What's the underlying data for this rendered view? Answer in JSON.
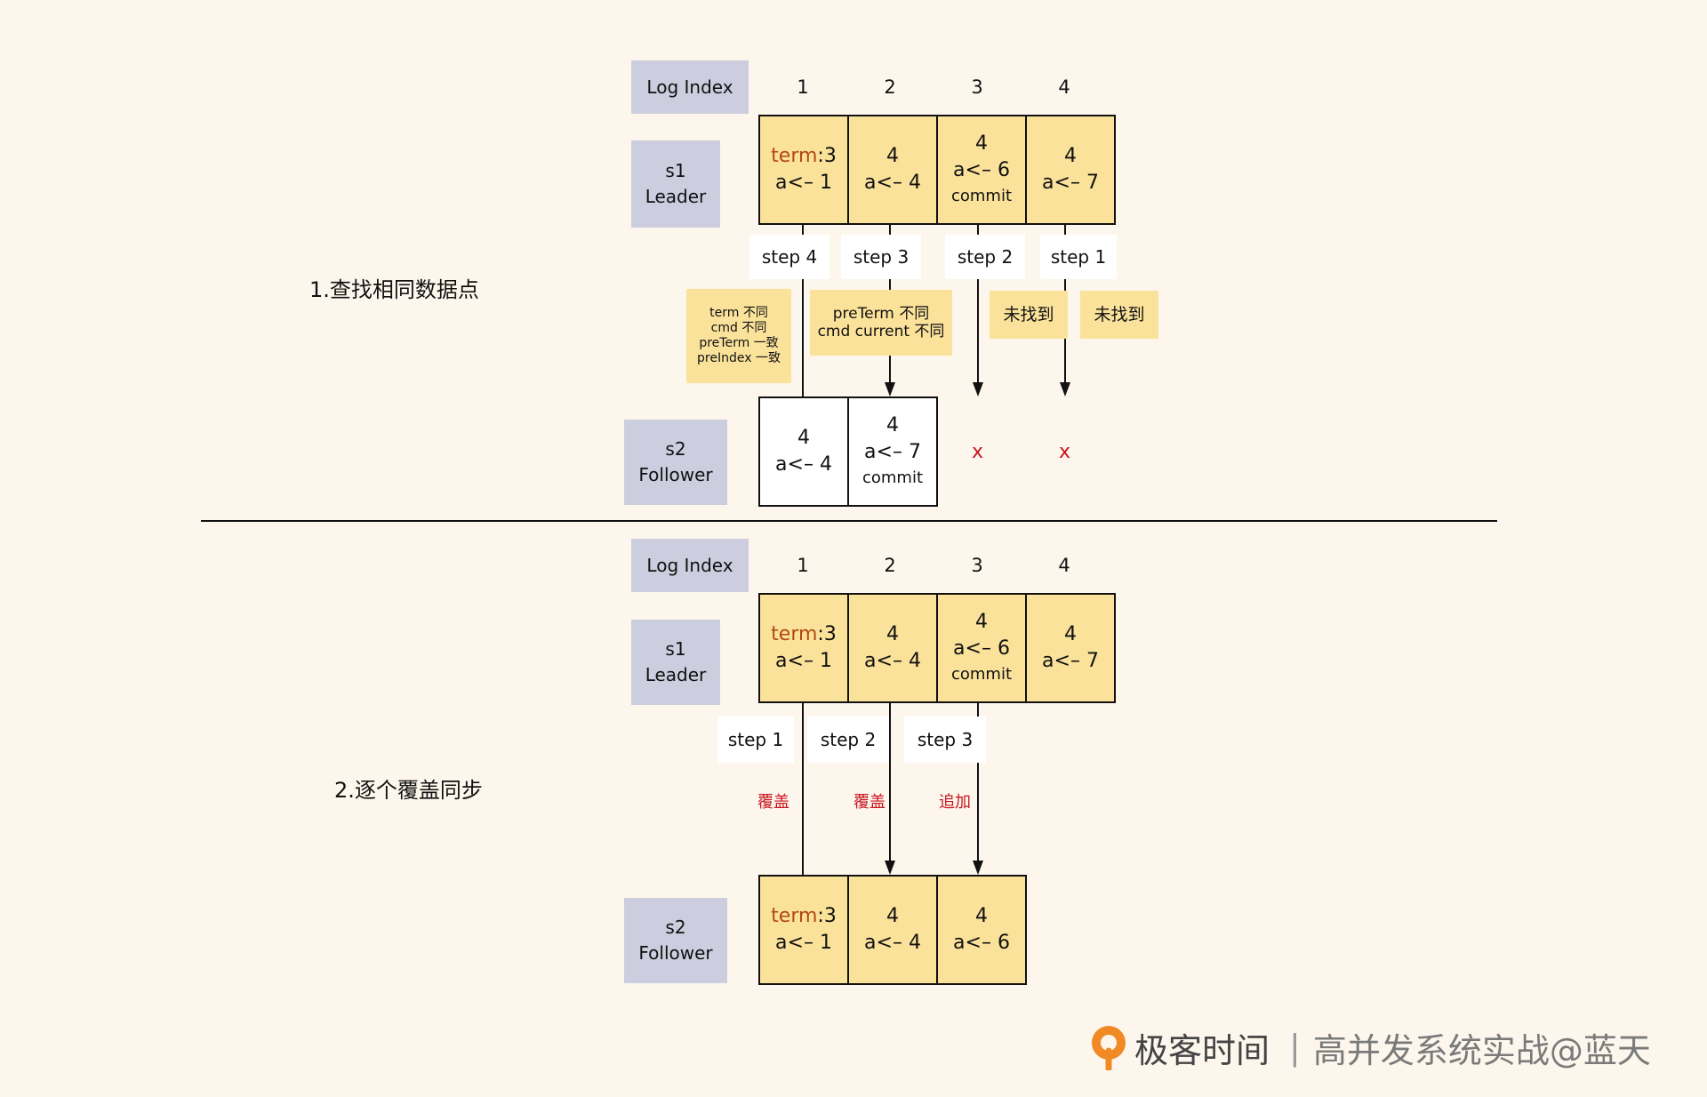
{
  "sections": [
    {
      "title": "1.查找相同数据点",
      "log_index_label": "Log Index",
      "indices": [
        "1",
        "2",
        "3",
        "4"
      ],
      "leader_label": [
        "s1",
        "Leader"
      ],
      "leader_cells": [
        {
          "term_key": "term",
          "term_val": ":3",
          "cmd": "a<– 1",
          "extra": ""
        },
        {
          "term_key": "",
          "term_val": "4",
          "cmd": "a<– 4",
          "extra": ""
        },
        {
          "term_key": "",
          "term_val": "4",
          "cmd": "a<– 6",
          "extra": "commit"
        },
        {
          "term_key": "",
          "term_val": "4",
          "cmd": "a<– 7",
          "extra": ""
        }
      ],
      "steps": [
        "step 4",
        "step 3",
        "step 2",
        "step 1"
      ],
      "notes": {
        "term_diff": [
          "term 不同",
          "cmd 不同",
          "preTerm 一致",
          "preIndex 一致"
        ],
        "preterm_diff": [
          "preTerm 不同",
          "cmd current 不同"
        ],
        "not_found_1": "未找到",
        "not_found_2": "未找到"
      },
      "follower_label": [
        "s2",
        "Follower"
      ],
      "follower_cells": [
        {
          "term_val": "4",
          "cmd": "a<– 4",
          "extra": ""
        },
        {
          "term_val": "4",
          "cmd": "a<– 7",
          "extra": "commit"
        }
      ],
      "missing_marks": [
        "x",
        "x"
      ]
    },
    {
      "title": "2.逐个覆盖同步",
      "log_index_label": "Log Index",
      "indices": [
        "1",
        "2",
        "3",
        "4"
      ],
      "leader_label": [
        "s1",
        "Leader"
      ],
      "leader_cells": [
        {
          "term_key": "term",
          "term_val": ":3",
          "cmd": "a<– 1",
          "extra": ""
        },
        {
          "term_key": "",
          "term_val": "4",
          "cmd": "a<– 4",
          "extra": ""
        },
        {
          "term_key": "",
          "term_val": "4",
          "cmd": "a<– 6",
          "extra": "commit"
        },
        {
          "term_key": "",
          "term_val": "4",
          "cmd": "a<– 7",
          "extra": ""
        }
      ],
      "steps": [
        "step 1",
        "step 2",
        "step 3"
      ],
      "actions": [
        "覆盖",
        "覆盖",
        "追加"
      ],
      "follower_label": [
        "s2",
        "Follower"
      ],
      "follower_cells": [
        {
          "term_key": "term",
          "term_val": ":3",
          "cmd": "a<– 1"
        },
        {
          "term_key": "",
          "term_val": "4",
          "cmd": "a<– 4"
        },
        {
          "term_key": "",
          "term_val": "4",
          "cmd": "a<– 6"
        }
      ]
    }
  ],
  "footer": {
    "brand": "极客时间",
    "course": "高并发系统实战@蓝天"
  },
  "colors": {
    "background": "#fdf6ec",
    "label_box": "#cccdde",
    "log_cell": "#fbe29a",
    "accent_red": "#c8151f",
    "term_key": "#b24a10",
    "logo_orange": "#f08a24"
  }
}
